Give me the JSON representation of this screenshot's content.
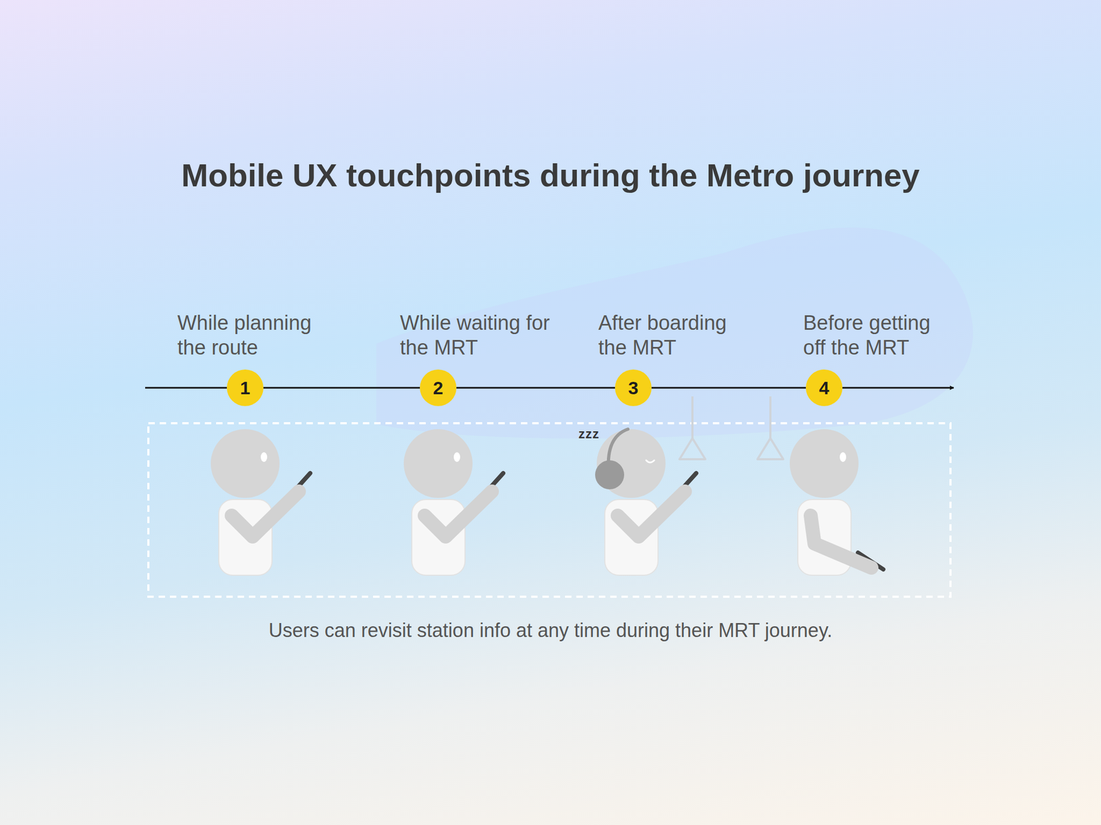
{
  "diagram": {
    "title": "Mobile UX touchpoints during the Metro journey",
    "caption": "Users can revisit station info at any time during their MRT journey.",
    "nodes": [
      {
        "text": [
          "1"
        ]
      },
      {
        "text": [
          "2"
        ]
      },
      {
        "text": [
          "3"
        ]
      },
      {
        "text": [
          "4"
        ]
      }
    ],
    "edges": [
      {
        "from": 0,
        "to": 1,
        "arrow": "none"
      },
      {
        "from": 1,
        "to": 2,
        "arrow": "none"
      },
      {
        "from": 2,
        "to": 3,
        "arrow": "none"
      }
    ],
    "labels": [
      "While planning the route",
      "While waiting for the MRT",
      "After boarding the MRT",
      "Before getting off the MRT",
      "zzz"
    ]
  }
}
